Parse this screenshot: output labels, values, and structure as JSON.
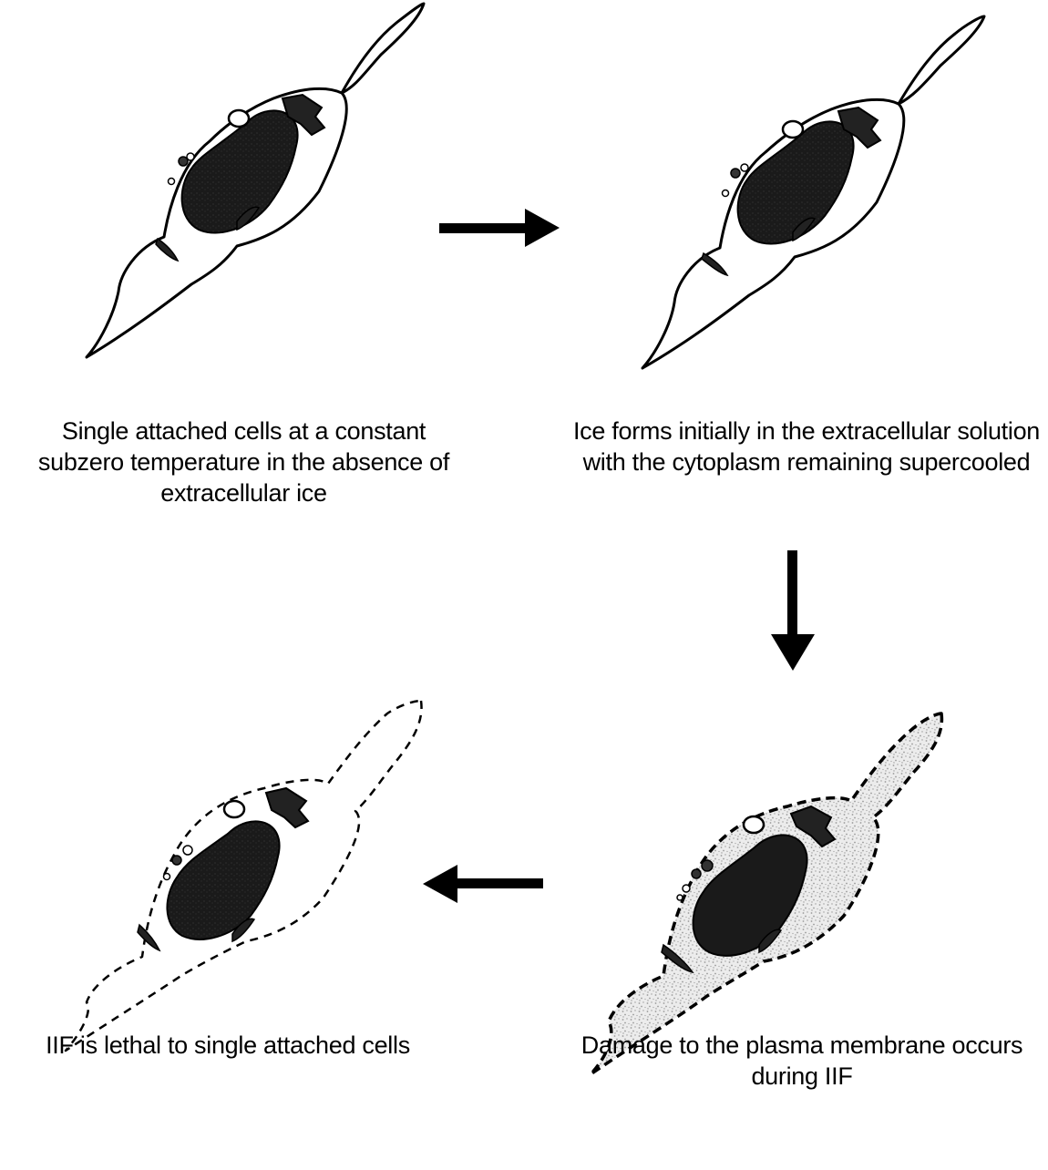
{
  "diagram": {
    "stages": [
      {
        "caption": "Single attached cells at a constant subzero temperature in the absence of extracellular ice"
      },
      {
        "caption": "Ice forms initially in the extracellular solution with the cytoplasm remaining supercooled"
      },
      {
        "caption": "Damage to the plasma membrane occurs during IIF"
      },
      {
        "caption": "IIF is lethal to single attached cells"
      }
    ]
  }
}
